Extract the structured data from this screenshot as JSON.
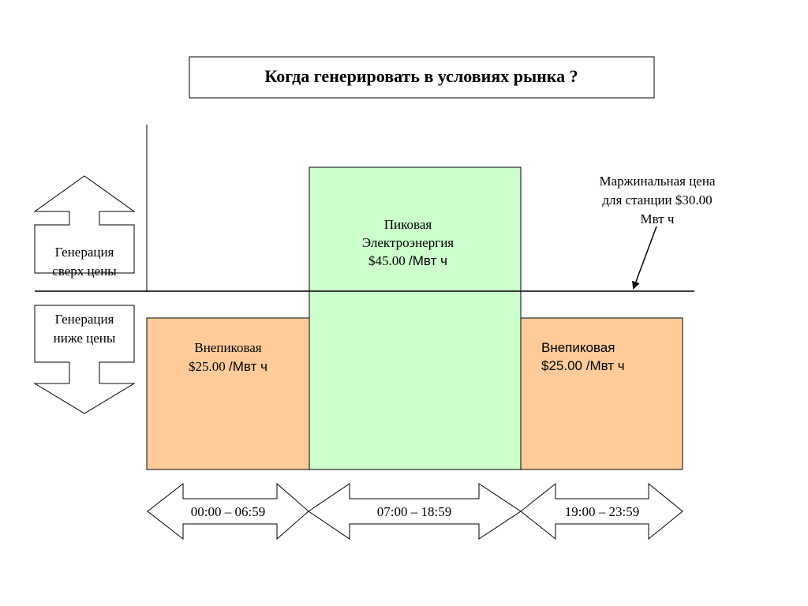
{
  "title": "Когда генерировать в условиях рынка ?",
  "above_arrow": {
    "line1": "Генерация",
    "line2": "сверх цены"
  },
  "below_arrow": {
    "line1": "Генерация",
    "line2": "ниже цены"
  },
  "peak_block": {
    "line1": "Пиковая",
    "line2": "Электроэнергия",
    "price": "$45.00",
    "unit": "/Мвт ч"
  },
  "offpeak_left": {
    "line1": "Внепиковая",
    "price": "$25.00",
    "unit": "/Мвт ч"
  },
  "offpeak_right": {
    "line1": "Внепиковая",
    "line2": "$25.00 /Мвт ч"
  },
  "marginal": {
    "line1": "Маржинальная цена",
    "line2": "для станции $30.00",
    "line3": "Мвт ч"
  },
  "periods": [
    "00:00 – 06:59",
    "07:00 – 18:59",
    "19:00 – 23:59"
  ],
  "colors": {
    "peak": "#ccffcc",
    "offpeak": "#ffcc99",
    "line": "#000000"
  }
}
